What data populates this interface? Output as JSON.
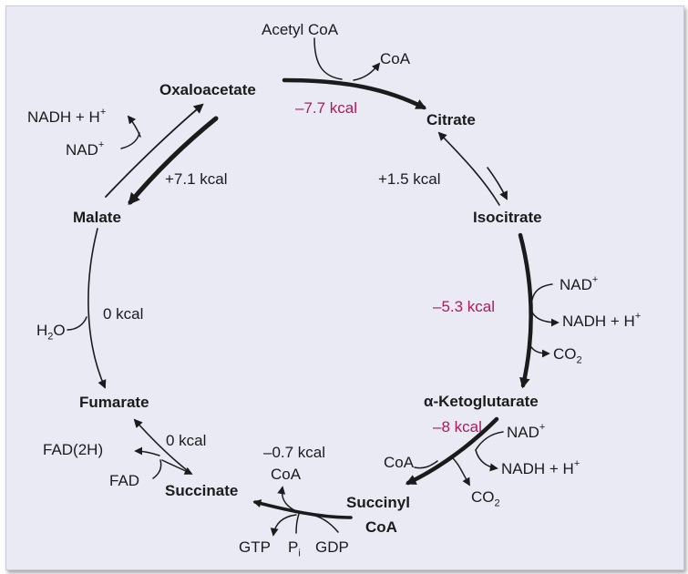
{
  "metabolites": {
    "oxaloacetate": "Oxaloacetate",
    "citrate": "Citrate",
    "isocitrate": "Isocitrate",
    "ketoglutarate_prefix": "α",
    "ketoglutarate": "-Ketoglutarate",
    "succinyl_coa_1": "Succinyl",
    "succinyl_coa_2": "CoA",
    "succinate": "Succinate",
    "fumarate": "Fumarate",
    "malate": "Malate"
  },
  "energies": {
    "citrate_synthase": "–7.7 kcal",
    "aconitase": "+1.5 kcal",
    "isocitrate_dh": "–5.3 kcal",
    "ketoglutarate_dh": "–8 kcal",
    "succinyl_coa_synthetase": "–0.7 kcal",
    "succinate_dh": "0 kcal",
    "fumarase": "0 kcal",
    "malate_dh": "+7.1 kcal"
  },
  "cofactors": {
    "acetyl_coa": "Acetyl CoA",
    "coa_out_citrate": "CoA",
    "nad_isocitrate_base": "NAD",
    "nad_isocitrate_sup": "+",
    "nadh_isocitrate_base": "NADH + H",
    "nadh_isocitrate_sup": "+",
    "co2_isocitrate_base": "CO",
    "co2_isocitrate_sub": "2",
    "nad_kg_base": "NAD",
    "nad_kg_sup": "+",
    "nadh_kg_base": "NADH + H",
    "nadh_kg_sup": "+",
    "coa_kg": "CoA",
    "co2_kg_base": "CO",
    "co2_kg_sub": "2",
    "coa_succinyl": "CoA",
    "gtp": "GTP",
    "pi_base": "P",
    "pi_sub": "i",
    "gdp": "GDP",
    "fad2h": "FAD(2H)",
    "fad": "FAD",
    "h2o_base": "H",
    "h2o_sub": "2",
    "h2o_end": "O",
    "nad_malate_base": "NAD",
    "nad_malate_sup": "+",
    "nadh_malate_base": "NADH + H",
    "nadh_malate_sup": "+"
  },
  "colors": {
    "highlight": "#b4175a",
    "arrow": "#1b1b1b",
    "panel": "#e9eaf4"
  }
}
